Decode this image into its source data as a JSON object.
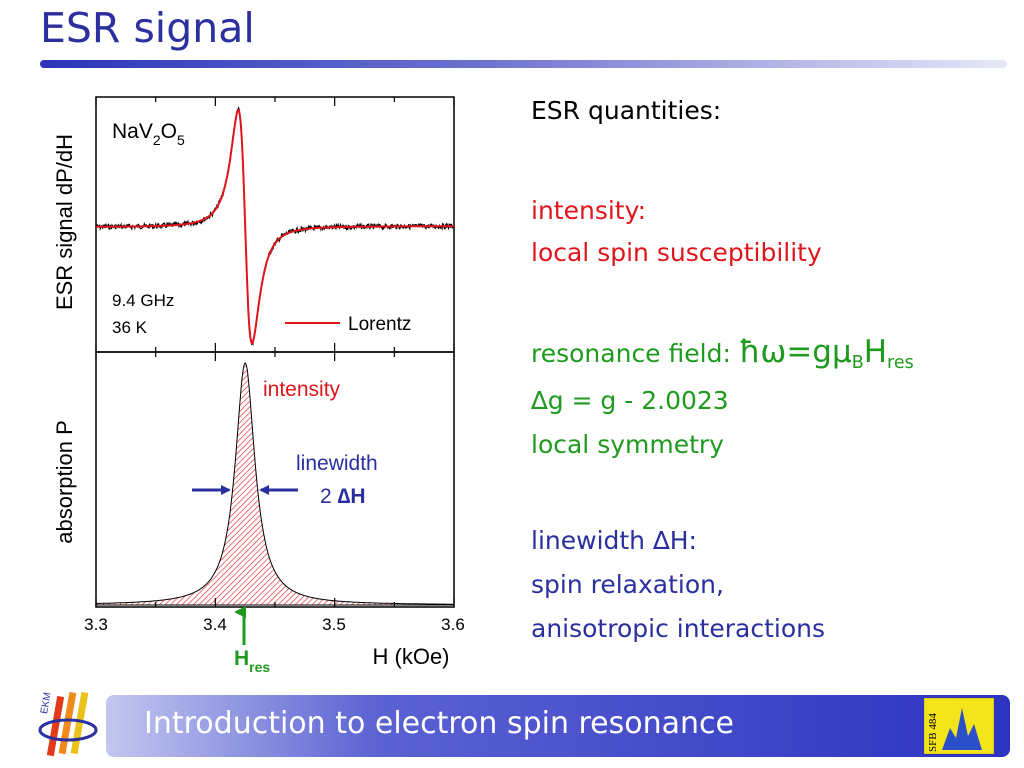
{
  "slide": {
    "title": "ESR signal",
    "footer": "Introduction to electron spin resonance",
    "logo_left_text": "EKM",
    "logo_right_text": "SFB 484"
  },
  "right_panel": {
    "heading": "ESR quantities:",
    "intensity_label": "intensity:",
    "intensity_desc": "local spin susceptibility",
    "resonance_label": "resonance field: ",
    "resonance_formula": "ħω=gμ",
    "resonance_formula_sub1": "B",
    "resonance_formula_H": "H",
    "resonance_formula_sub2": "res",
    "delta_g": "∆g = g - 2.0023",
    "local_symmetry": "local symmetry",
    "linewidth_label": "linewidth ∆H:",
    "linewidth_desc1": "spin relaxation,",
    "linewidth_desc2": "anisotropic interactions"
  },
  "colors": {
    "title": "#2b2f9f",
    "red": "#e0151b",
    "green": "#1f9a1f",
    "blue": "#2a2fa0",
    "data": "#000000"
  },
  "chart_data": [
    {
      "type": "line",
      "panel": "top",
      "ylabel": "ESR signal dP/dH",
      "sample": "NaV",
      "sample_sub1": "2",
      "sample_O": "O",
      "sample_sub2": "5",
      "conditions": [
        "9.4 GHz",
        "36 K"
      ],
      "legend": "Lorentz",
      "legend_placement": "bottom-right",
      "xlim": [
        3.3,
        3.6
      ],
      "resonance_field": 3.425,
      "half_linewidth": 0.01,
      "series": [
        {
          "name": "data",
          "color": "#000000"
        },
        {
          "name": "Lorentz",
          "color": "#e0151b"
        }
      ]
    },
    {
      "type": "area",
      "panel": "bottom",
      "ylabel": "absorption P",
      "xlabel": "H (kOe)",
      "xlim": [
        3.3,
        3.6
      ],
      "xticks": [
        "3.3",
        "3.4",
        "3.5",
        "3.6"
      ],
      "resonance_field": 3.425,
      "half_linewidth": 0.01,
      "annotations": {
        "intensity": "intensity",
        "linewidth": "linewidth",
        "linewidth_value_prefix": "2 ",
        "linewidth_value": "∆H",
        "hres": "H",
        "hres_sub": "res"
      }
    }
  ]
}
